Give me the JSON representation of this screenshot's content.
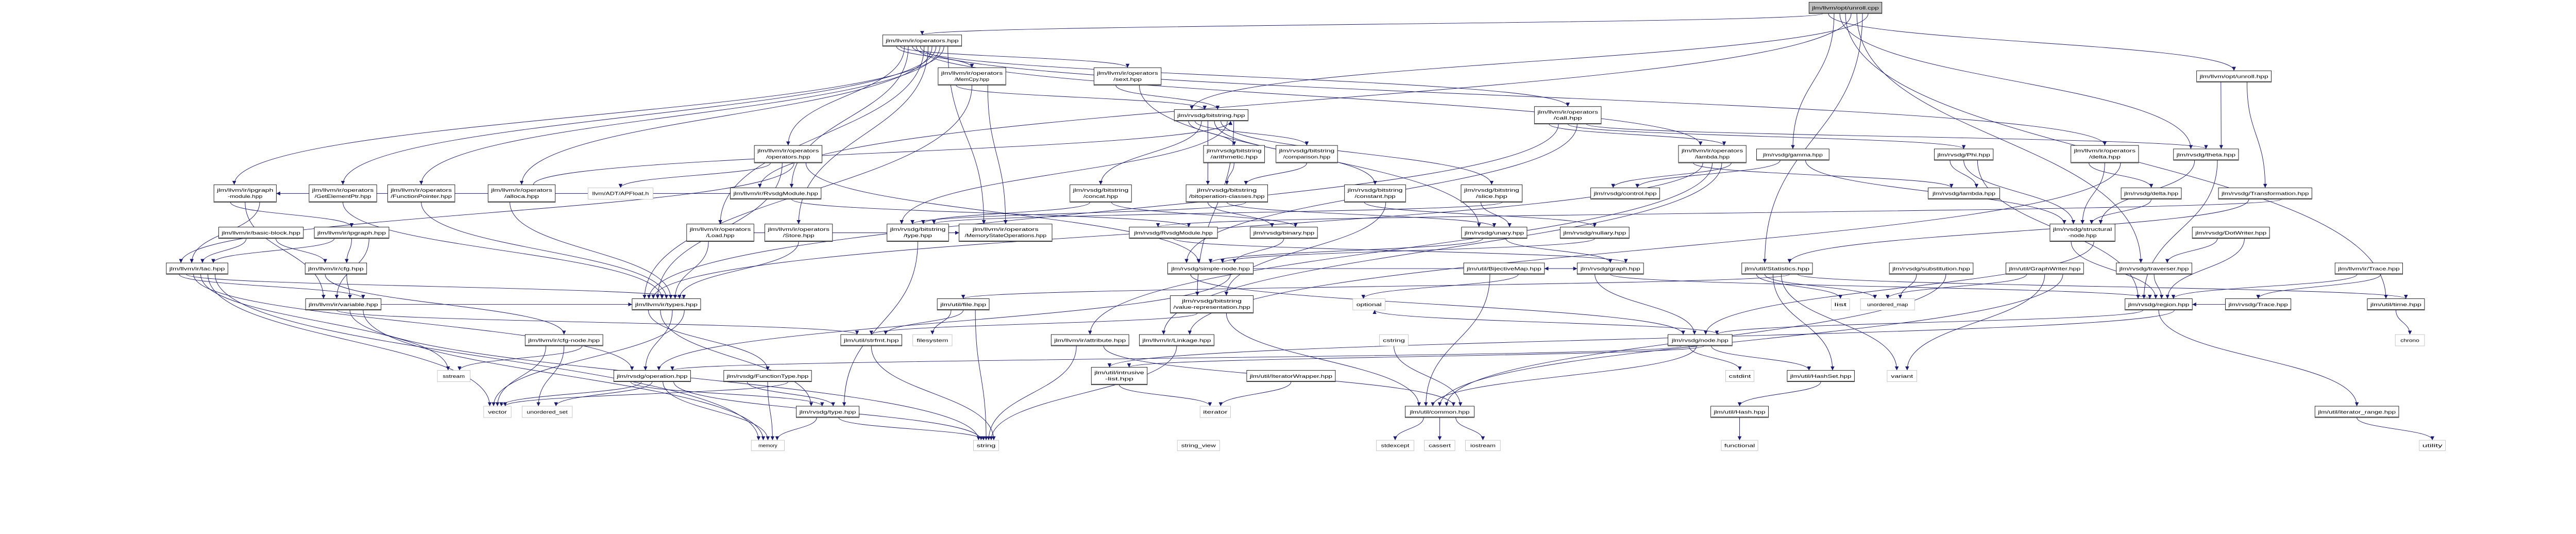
{
  "title": "jlm/llvm/opt/unroll.cpp include dependency graph",
  "colors": {
    "edge": "#191970",
    "root_fill": "#bfbfbf",
    "system_border": "#bfbfbf"
  },
  "nodes": {
    "unroll_cpp": {
      "lines": [
        "jlm/llvm/opt/unroll.cpp"
      ],
      "kind": "root"
    },
    "operators": {
      "lines": [
        "jlm/llvm/ir/operators.hpp"
      ],
      "kind": "header"
    },
    "memcpy": {
      "lines": [
        "jlm/llvm/ir/operators",
        "/MemCpy.hpp"
      ],
      "kind": "header"
    },
    "sext": {
      "lines": [
        "jlm/llvm/ir/operators",
        "/sext.hpp"
      ],
      "kind": "header"
    },
    "unroll_hpp": {
      "lines": [
        "jlm/llvm/opt/unroll.hpp"
      ],
      "kind": "header"
    },
    "bitstring": {
      "lines": [
        "jlm/rvsdg/bitstring.hpp"
      ],
      "kind": "header"
    },
    "call": {
      "lines": [
        "jlm/llvm/ir/operators",
        "/call.hpp"
      ],
      "kind": "header"
    },
    "opops": {
      "lines": [
        "jlm/llvm/ir/operators",
        "/operators.hpp"
      ],
      "kind": "header"
    },
    "arith": {
      "lines": [
        "jlm/rvsdg/bitstring",
        "/arithmetic.hpp"
      ],
      "kind": "header"
    },
    "compar": {
      "lines": [
        "jlm/rvsdg/bitstring",
        "/comparison.hpp"
      ],
      "kind": "header"
    },
    "irlambda": {
      "lines": [
        "jlm/llvm/ir/operators",
        "/lambda.hpp"
      ],
      "kind": "header"
    },
    "gamma": {
      "lines": [
        "jlm/rvsdg/gamma.hpp"
      ],
      "kind": "header"
    },
    "phi": {
      "lines": [
        "jlm/rvsdg/Phi.hpp"
      ],
      "kind": "header"
    },
    "irdelta": {
      "lines": [
        "jlm/llvm/ir/operators",
        "/delta.hpp"
      ],
      "kind": "header"
    },
    "theta": {
      "lines": [
        "jlm/rvsdg/theta.hpp"
      ],
      "kind": "header"
    },
    "ipgmod": {
      "lines": [
        "jlm/llvm/ir/ipgraph",
        "-module.hpp"
      ],
      "kind": "header"
    },
    "gep": {
      "lines": [
        "jlm/llvm/ir/operators",
        "/GetElementPtr.hpp"
      ],
      "kind": "header"
    },
    "fptr": {
      "lines": [
        "jlm/llvm/ir/operators",
        "/FunctionPointer.hpp"
      ],
      "kind": "header"
    },
    "alloca": {
      "lines": [
        "jlm/llvm/ir/operators",
        "/alloca.hpp"
      ],
      "kind": "header"
    },
    "apfloat": {
      "lines": [
        "llvm/ADT/APFloat.h"
      ],
      "kind": "system"
    },
    "irmodule": {
      "lines": [
        "jlm/llvm/ir/RvsdgModule.hpp"
      ],
      "kind": "header"
    },
    "concat": {
      "lines": [
        "jlm/rvsdg/bitstring",
        "/concat.hpp"
      ],
      "kind": "header"
    },
    "bitopc": {
      "lines": [
        "jlm/rvsdg/bitstring",
        "/bitoperation-classes.hpp"
      ],
      "kind": "header"
    },
    "constant": {
      "lines": [
        "jlm/rvsdg/bitstring",
        "/constant.hpp"
      ],
      "kind": "header"
    },
    "slice": {
      "lines": [
        "jlm/rvsdg/bitstring",
        "/slice.hpp"
      ],
      "kind": "header"
    },
    "control": {
      "lines": [
        "jlm/rvsdg/control.hpp"
      ],
      "kind": "header"
    },
    "rlambda": {
      "lines": [
        "jlm/rvsdg/lambda.hpp"
      ],
      "kind": "header"
    },
    "rdelta": {
      "lines": [
        "jlm/rvsdg/delta.hpp"
      ],
      "kind": "header"
    },
    "transf": {
      "lines": [
        "jlm/rvsdg/Transformation.hpp"
      ],
      "kind": "header"
    },
    "bb": {
      "lines": [
        "jlm/llvm/ir/basic-block.hpp"
      ],
      "kind": "header"
    },
    "ipgraph": {
      "lines": [
        "jlm/llvm/ir/ipgraph.hpp"
      ],
      "kind": "header"
    },
    "load": {
      "lines": [
        "jlm/llvm/ir/operators",
        "/Load.hpp"
      ],
      "kind": "header"
    },
    "store": {
      "lines": [
        "jlm/llvm/ir/operators",
        "/Store.hpp"
      ],
      "kind": "header"
    },
    "btype": {
      "lines": [
        "jlm/rvsdg/bitstring",
        "/type.hpp"
      ],
      "kind": "header"
    },
    "mso": {
      "lines": [
        "jlm/llvm/ir/operators",
        "/MemoryStateOperations.hpp"
      ],
      "kind": "header"
    },
    "rmodule": {
      "lines": [
        "jlm/rvsdg/RvsdgModule.hpp"
      ],
      "kind": "header"
    },
    "binary": {
      "lines": [
        "jlm/rvsdg/binary.hpp"
      ],
      "kind": "header"
    },
    "unary": {
      "lines": [
        "jlm/rvsdg/unary.hpp"
      ],
      "kind": "header"
    },
    "nullary": {
      "lines": [
        "jlm/rvsdg/nullary.hpp"
      ],
      "kind": "header"
    },
    "structn": {
      "lines": [
        "jlm/rvsdg/structural",
        "-node.hpp"
      ],
      "kind": "header"
    },
    "dotw": {
      "lines": [
        "jlm/rvsdg/DotWriter.hpp"
      ],
      "kind": "header"
    },
    "tac": {
      "lines": [
        "jlm/llvm/ir/tac.hpp"
      ],
      "kind": "header"
    },
    "cfg": {
      "lines": [
        "jlm/llvm/ir/cfg.hpp"
      ],
      "kind": "header"
    },
    "simplen": {
      "lines": [
        "jlm/rvsdg/simple-node.hpp"
      ],
      "kind": "header"
    },
    "bijmap": {
      "lines": [
        "jlm/util/BijectiveMap.hpp"
      ],
      "kind": "header"
    },
    "graph": {
      "lines": [
        "jlm/rvsdg/graph.hpp"
      ],
      "kind": "header"
    },
    "stats": {
      "lines": [
        "jlm/util/Statistics.hpp"
      ],
      "kind": "header"
    },
    "subst": {
      "lines": [
        "jlm/rvsdg/substitution.hpp"
      ],
      "kind": "header"
    },
    "gwriter": {
      "lines": [
        "jlm/util/GraphWriter.hpp"
      ],
      "kind": "header"
    },
    "trav": {
      "lines": [
        "jlm/rvsdg/traverser.hpp"
      ],
      "kind": "header"
    },
    "irtrace": {
      "lines": [
        "jlm/llvm/ir/Trace.hpp"
      ],
      "kind": "header"
    },
    "variable": {
      "lines": [
        "jlm/llvm/ir/variable.hpp"
      ],
      "kind": "header"
    },
    "types": {
      "lines": [
        "jlm/llvm/ir/types.hpp"
      ],
      "kind": "header"
    },
    "file": {
      "lines": [
        "jlm/util/file.hpp"
      ],
      "kind": "header"
    },
    "valrep": {
      "lines": [
        "jlm/rvsdg/bitstring",
        "/value-representation.hpp"
      ],
      "kind": "header"
    },
    "optional": {
      "lines": [
        "optional"
      ],
      "kind": "system"
    },
    "list": {
      "lines": [
        "list"
      ],
      "kind": "system"
    },
    "umap": {
      "lines": [
        "unordered_map"
      ],
      "kind": "system"
    },
    "region": {
      "lines": [
        "jlm/rvsdg/region.hpp"
      ],
      "kind": "header"
    },
    "rtrace": {
      "lines": [
        "jlm/rvsdg/Trace.hpp"
      ],
      "kind": "header"
    },
    "time": {
      "lines": [
        "jlm/util/time.hpp"
      ],
      "kind": "header"
    },
    "cfgnode": {
      "lines": [
        "jlm/llvm/ir/cfg-node.hpp"
      ],
      "kind": "header"
    },
    "strfmt": {
      "lines": [
        "jlm/util/strfmt.hpp"
      ],
      "kind": "header"
    },
    "filesystem": {
      "lines": [
        "filesystem"
      ],
      "kind": "system"
    },
    "attribute": {
      "lines": [
        "jlm/llvm/ir/attribute.hpp"
      ],
      "kind": "header"
    },
    "linkage": {
      "lines": [
        "jlm/llvm/ir/Linkage.hpp"
      ],
      "kind": "header"
    },
    "cstring": {
      "lines": [
        "cstring"
      ],
      "kind": "system"
    },
    "node": {
      "lines": [
        "jlm/rvsdg/node.hpp"
      ],
      "kind": "header"
    },
    "chrono": {
      "lines": [
        "chrono"
      ],
      "kind": "system"
    },
    "sstream": {
      "lines": [
        "sstream"
      ],
      "kind": "system"
    },
    "operation": {
      "lines": [
        "jlm/rvsdg/operation.hpp"
      ],
      "kind": "header"
    },
    "ftype": {
      "lines": [
        "jlm/rvsdg/FunctionType.hpp"
      ],
      "kind": "header"
    },
    "ilist": {
      "lines": [
        "jlm/util/intrusive",
        "-list.hpp"
      ],
      "kind": "header"
    },
    "itw": {
      "lines": [
        "jlm/util/IteratorWrapper.hpp"
      ],
      "kind": "header"
    },
    "cstdint": {
      "lines": [
        "cstdint"
      ],
      "kind": "system"
    },
    "hashset": {
      "lines": [
        "jlm/util/HashSet.hpp"
      ],
      "kind": "header"
    },
    "variant": {
      "lines": [
        "variant"
      ],
      "kind": "system"
    },
    "vector": {
      "lines": [
        "vector"
      ],
      "kind": "system"
    },
    "uset": {
      "lines": [
        "unordered_set"
      ],
      "kind": "system"
    },
    "rtype": {
      "lines": [
        "jlm/rvsdg/type.hpp"
      ],
      "kind": "header"
    },
    "iterator": {
      "lines": [
        "iterator"
      ],
      "kind": "system"
    },
    "common": {
      "lines": [
        "jlm/util/common.hpp"
      ],
      "kind": "header"
    },
    "hash": {
      "lines": [
        "jlm/util/Hash.hpp"
      ],
      "kind": "header"
    },
    "itrange": {
      "lines": [
        "jlm/util/iterator_range.hpp"
      ],
      "kind": "header"
    },
    "memory": {
      "lines": [
        "memory"
      ],
      "kind": "system"
    },
    "string": {
      "lines": [
        "string"
      ],
      "kind": "system"
    },
    "sview": {
      "lines": [
        "string_view"
      ],
      "kind": "system"
    },
    "stdexcept": {
      "lines": [
        "stdexcept"
      ],
      "kind": "system"
    },
    "cassert": {
      "lines": [
        "cassert"
      ],
      "kind": "system"
    },
    "iostream": {
      "lines": [
        "iostream"
      ],
      "kind": "system"
    },
    "functional": {
      "lines": [
        "functional"
      ],
      "kind": "system"
    },
    "utility": {
      "lines": [
        "utility"
      ],
      "kind": "system"
    }
  },
  "edges": [
    [
      "unroll_cpp",
      "operators"
    ],
    [
      "unroll_cpp",
      "unroll_hpp"
    ],
    [
      "unroll_cpp",
      "gamma"
    ],
    [
      "unroll_cpp",
      "theta"
    ],
    [
      "unroll_cpp",
      "time"
    ],
    [
      "unroll_cpp",
      "irmodule"
    ],
    [
      "unroll_cpp",
      "trav"
    ],
    [
      "unroll_cpp",
      "stats"
    ],
    [
      "unroll_cpp",
      "bitstring"
    ],
    [
      "operators",
      "memcpy"
    ],
    [
      "operators",
      "sext"
    ],
    [
      "operators",
      "opops"
    ],
    [
      "operators",
      "irmodule"
    ],
    [
      "operators",
      "call"
    ],
    [
      "operators",
      "irlambda"
    ],
    [
      "operators",
      "irdelta"
    ],
    [
      "operators",
      "load"
    ],
    [
      "operators",
      "store"
    ],
    [
      "operators",
      "alloca"
    ],
    [
      "operators",
      "gep"
    ],
    [
      "operators",
      "fptr"
    ],
    [
      "operators",
      "ipgmod"
    ],
    [
      "operators",
      "mso"
    ],
    [
      "memcpy",
      "bitstring"
    ],
    [
      "memcpy",
      "types"
    ],
    [
      "memcpy",
      "mso"
    ],
    [
      "sext",
      "bitstring"
    ],
    [
      "sext",
      "unary"
    ],
    [
      "bitstring",
      "arith"
    ],
    [
      "bitstring",
      "compar"
    ],
    [
      "bitstring",
      "concat"
    ],
    [
      "bitstring",
      "bitopc"
    ],
    [
      "bitstring",
      "constant"
    ],
    [
      "bitstring",
      "slice"
    ],
    [
      "bitstring",
      "btype"
    ],
    [
      "bitstring",
      "valrep"
    ],
    [
      "arith",
      "bitopc"
    ],
    [
      "compar",
      "bitopc"
    ],
    [
      "bitopc",
      "binary"
    ],
    [
      "bitopc",
      "unary"
    ],
    [
      "bitopc",
      "btype"
    ],
    [
      "concat",
      "btype"
    ],
    [
      "concat",
      "binary"
    ],
    [
      "constant",
      "nullary"
    ],
    [
      "constant",
      "valrep"
    ],
    [
      "slice",
      "unary"
    ],
    [
      "slice",
      "btype"
    ],
    [
      "call",
      "irlambda"
    ],
    [
      "call",
      "types"
    ],
    [
      "call",
      "phi"
    ],
    [
      "call",
      "simplen"
    ],
    [
      "call",
      "theta"
    ],
    [
      "irlambda",
      "rlambda"
    ],
    [
      "irlambda",
      "types"
    ],
    [
      "irlambda",
      "attribute"
    ],
    [
      "irlambda",
      "linkage"
    ],
    [
      "irlambda",
      "control"
    ],
    [
      "gamma",
      "control"
    ],
    [
      "gamma",
      "structn"
    ],
    [
      "phi",
      "rlambda"
    ],
    [
      "phi",
      "structn"
    ],
    [
      "phi",
      "region"
    ],
    [
      "irdelta",
      "rdelta"
    ],
    [
      "irdelta",
      "structn"
    ],
    [
      "irdelta",
      "linkage"
    ],
    [
      "rdelta",
      "structn"
    ],
    [
      "theta",
      "structn"
    ],
    [
      "theta",
      "region"
    ],
    [
      "unroll_hpp",
      "theta"
    ],
    [
      "unroll_hpp",
      "transf"
    ],
    [
      "transf",
      "stats"
    ],
    [
      "transf",
      "rmodule"
    ],
    [
      "opops",
      "apfloat"
    ],
    [
      "opops",
      "types"
    ],
    [
      "opops",
      "tac"
    ],
    [
      "opops",
      "simplen"
    ],
    [
      "ipgmod",
      "ipgraph"
    ],
    [
      "ipgmod",
      "variable"
    ],
    [
      "ipgmod",
      "tac"
    ],
    [
      "gep",
      "types"
    ],
    [
      "fptr",
      "types"
    ],
    [
      "alloca",
      "types"
    ],
    [
      "alloca",
      "bitstring"
    ],
    [
      "load",
      "types"
    ],
    [
      "store",
      "types"
    ],
    [
      "load",
      "mso"
    ],
    [
      "irmodule",
      "ipgmod"
    ],
    [
      "irmodule",
      "rmodule"
    ],
    [
      "bb",
      "tac"
    ],
    [
      "bb",
      "cfg"
    ],
    [
      "ipgraph",
      "tac"
    ],
    [
      "ipgraph",
      "cfg"
    ],
    [
      "ipgraph",
      "variable"
    ],
    [
      "cfg",
      "cfgnode"
    ],
    [
      "cfg",
      "variable"
    ],
    [
      "tac",
      "variable"
    ],
    [
      "tac",
      "types"
    ],
    [
      "tac",
      "operation"
    ],
    [
      "tac",
      "sstream"
    ],
    [
      "tac",
      "vector"
    ],
    [
      "tac",
      "memory"
    ],
    [
      "variable",
      "types"
    ],
    [
      "variable",
      "strfmt"
    ],
    [
      "variable",
      "string"
    ],
    [
      "variable",
      "memory"
    ],
    [
      "types",
      "ftype"
    ],
    [
      "types",
      "rtype"
    ],
    [
      "types",
      "operation"
    ],
    [
      "types",
      "vector"
    ],
    [
      "cfgnode",
      "vector"
    ],
    [
      "cfgnode",
      "uset"
    ],
    [
      "cfgnode",
      "sstream"
    ],
    [
      "operation",
      "rtype"
    ],
    [
      "operation",
      "vector"
    ],
    [
      "operation",
      "uset"
    ],
    [
      "operation",
      "memory"
    ],
    [
      "operation",
      "string"
    ],
    [
      "ftype",
      "rtype"
    ],
    [
      "ftype",
      "memory"
    ],
    [
      "ftype",
      "vector"
    ],
    [
      "rtype",
      "memory"
    ],
    [
      "rtype",
      "string"
    ],
    [
      "simplen",
      "node"
    ],
    [
      "simplen",
      "graph"
    ],
    [
      "simplen",
      "operation"
    ],
    [
      "unary",
      "simplen"
    ],
    [
      "unary",
      "graph"
    ],
    [
      "nullary",
      "simplen"
    ],
    [
      "binary",
      "simplen"
    ],
    [
      "btype",
      "rtype"
    ],
    [
      "valrep",
      "strfmt"
    ],
    [
      "valrep",
      "common"
    ],
    [
      "rmodule",
      "graph"
    ],
    [
      "graph",
      "node"
    ],
    [
      "graph",
      "region"
    ],
    [
      "graph",
      "bijmap"
    ],
    [
      "bijmap",
      "common"
    ],
    [
      "bijmap",
      "optional"
    ],
    [
      "structn",
      "region"
    ],
    [
      "structn",
      "node"
    ],
    [
      "region",
      "node"
    ],
    [
      "region",
      "itrange"
    ],
    [
      "region",
      "ilist"
    ],
    [
      "node",
      "operation"
    ],
    [
      "node",
      "cstdint"
    ],
    [
      "node",
      "common"
    ],
    [
      "node",
      "ilist"
    ],
    [
      "node",
      "hashset"
    ],
    [
      "node",
      "optional"
    ],
    [
      "stats",
      "list"
    ],
    [
      "stats",
      "umap"
    ],
    [
      "stats",
      "hashset"
    ],
    [
      "stats",
      "variant"
    ],
    [
      "stats",
      "file"
    ],
    [
      "stats",
      "time"
    ],
    [
      "gwriter",
      "umap"
    ],
    [
      "gwriter",
      "variant"
    ],
    [
      "gwriter",
      "common"
    ],
    [
      "subst",
      "umap"
    ],
    [
      "subst",
      "common"
    ],
    [
      "trav",
      "region"
    ],
    [
      "dotw",
      "trav"
    ],
    [
      "dotw",
      "region"
    ],
    [
      "irtrace",
      "region"
    ],
    [
      "irtrace",
      "rtrace"
    ],
    [
      "rtrace",
      "region"
    ],
    [
      "file",
      "filesystem"
    ],
    [
      "file",
      "strfmt"
    ],
    [
      "file",
      "string"
    ],
    [
      "attribute",
      "string"
    ],
    [
      "attribute",
      "common"
    ],
    [
      "linkage",
      "string"
    ],
    [
      "ilist",
      "iterator"
    ],
    [
      "itw",
      "iterator"
    ],
    [
      "common",
      "stdexcept"
    ],
    [
      "common",
      "cassert"
    ],
    [
      "common",
      "iostream"
    ],
    [
      "hashset",
      "hash"
    ],
    [
      "hash",
      "functional"
    ],
    [
      "itrange",
      "utility"
    ],
    [
      "time",
      "chrono"
    ],
    [
      "strfmt",
      "string"
    ],
    [
      "cstring",
      "common"
    ]
  ]
}
